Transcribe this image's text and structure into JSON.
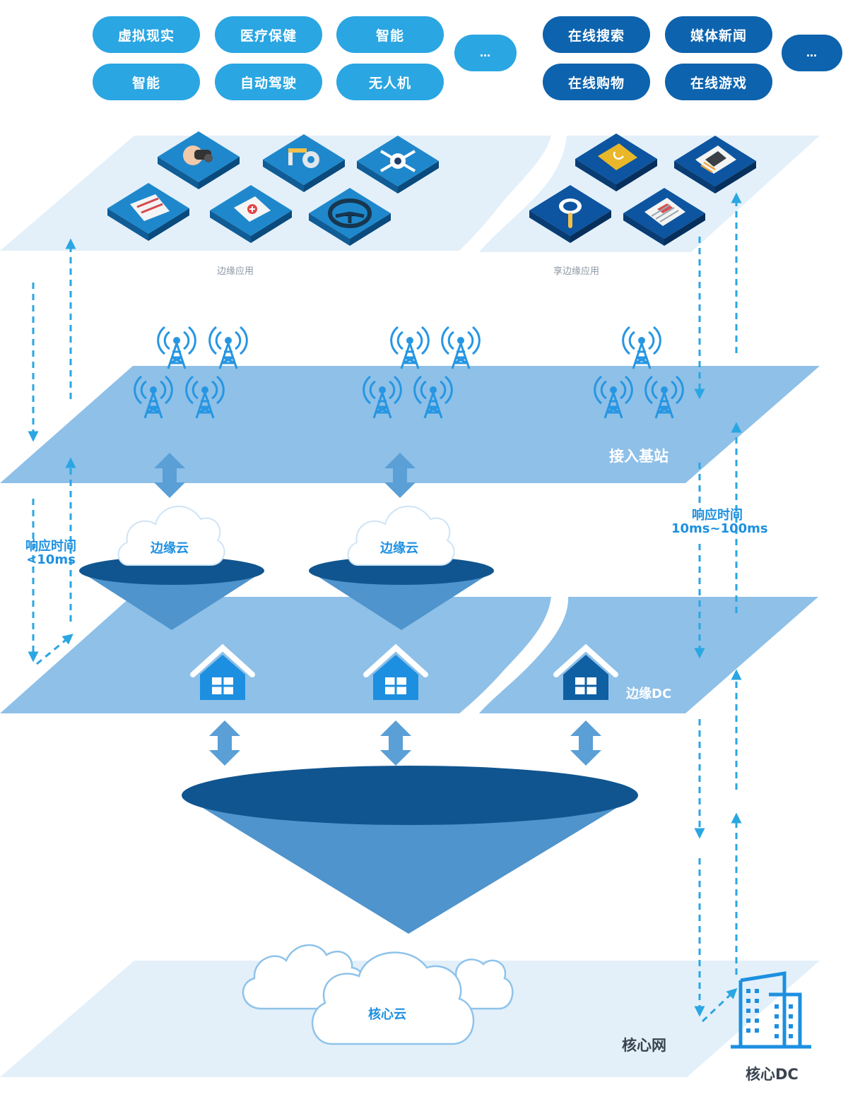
{
  "top_pills": {
    "edge_apps": [
      "虚拟现实",
      "医疗保健",
      "智能",
      "智能",
      "自动驾驶",
      "无人机"
    ],
    "edge_more": "…",
    "shared_apps": [
      "在线搜索",
      "媒体新闻",
      "在线购物",
      "在线游戏"
    ],
    "shared_more": "…"
  },
  "app_layer": {
    "edge_label": "边缘应用",
    "shared_label": "享边缘应用",
    "edge_icons": [
      "vr-headset-icon",
      "robot-arm-icon",
      "drone-icon",
      "ticket-icon",
      "medical-kit-icon",
      "steering-wheel-icon"
    ],
    "shared_icons": [
      "shopping-bag-icon",
      "news-tablet-icon",
      "search-icon",
      "browser-window-icon"
    ]
  },
  "access_layer": {
    "label": "接入基站",
    "tower_icon": "cell-tower-icon"
  },
  "edge_cloud": {
    "label": "边缘云"
  },
  "edge_dc_layer": {
    "label": "边缘DC",
    "house_icon": "data-center-house-icon"
  },
  "core_layer": {
    "cloud_label": "核心云",
    "net_label": "核心网",
    "dc_label": "核心DC",
    "dc_icon": "building-icon"
  },
  "latency": {
    "left": {
      "line1": "响应时间",
      "line2": "<10ms"
    },
    "right": {
      "line1": "响应时间",
      "line2": "10ms~100ms"
    }
  },
  "colors": {
    "pill_light": "#2aa6e2",
    "pill_dark": "#0d63ad",
    "plane_pale": "#e3f0fa",
    "plane_mid": "#8ec0e8",
    "cone_top": "#10558f",
    "cone_body": "#4f94cc",
    "arrow_dash": "#2aa6e2"
  }
}
